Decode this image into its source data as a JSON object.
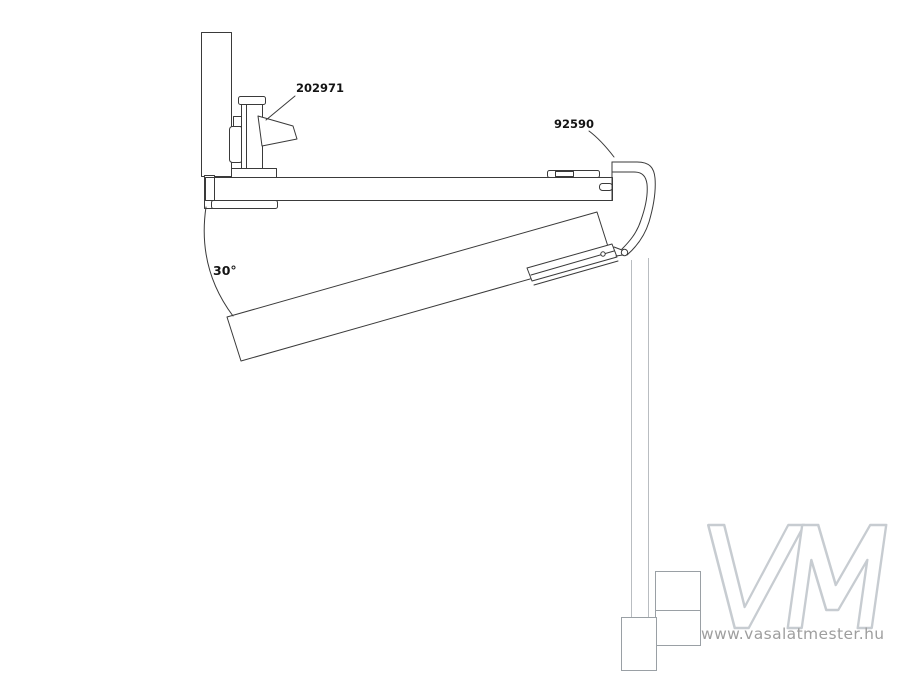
{
  "page": {
    "background": "#ffffff"
  },
  "drawing": {
    "type": "technical-line-drawing",
    "subject": "folding table bracket mechanism, side view",
    "labels": {
      "clamp_part_number": "202971",
      "bracket_part_number": "92590",
      "fold_angle": "30°"
    },
    "colors": {
      "line": "#3a3a3a",
      "light_line": "#b9bdc1",
      "label_text": "#141414"
    }
  },
  "watermark": {
    "logo": "VM",
    "logo_color": "#c7ccd1",
    "url": "www.vasalatmester.hu",
    "url_color": "#9e9e9e"
  }
}
